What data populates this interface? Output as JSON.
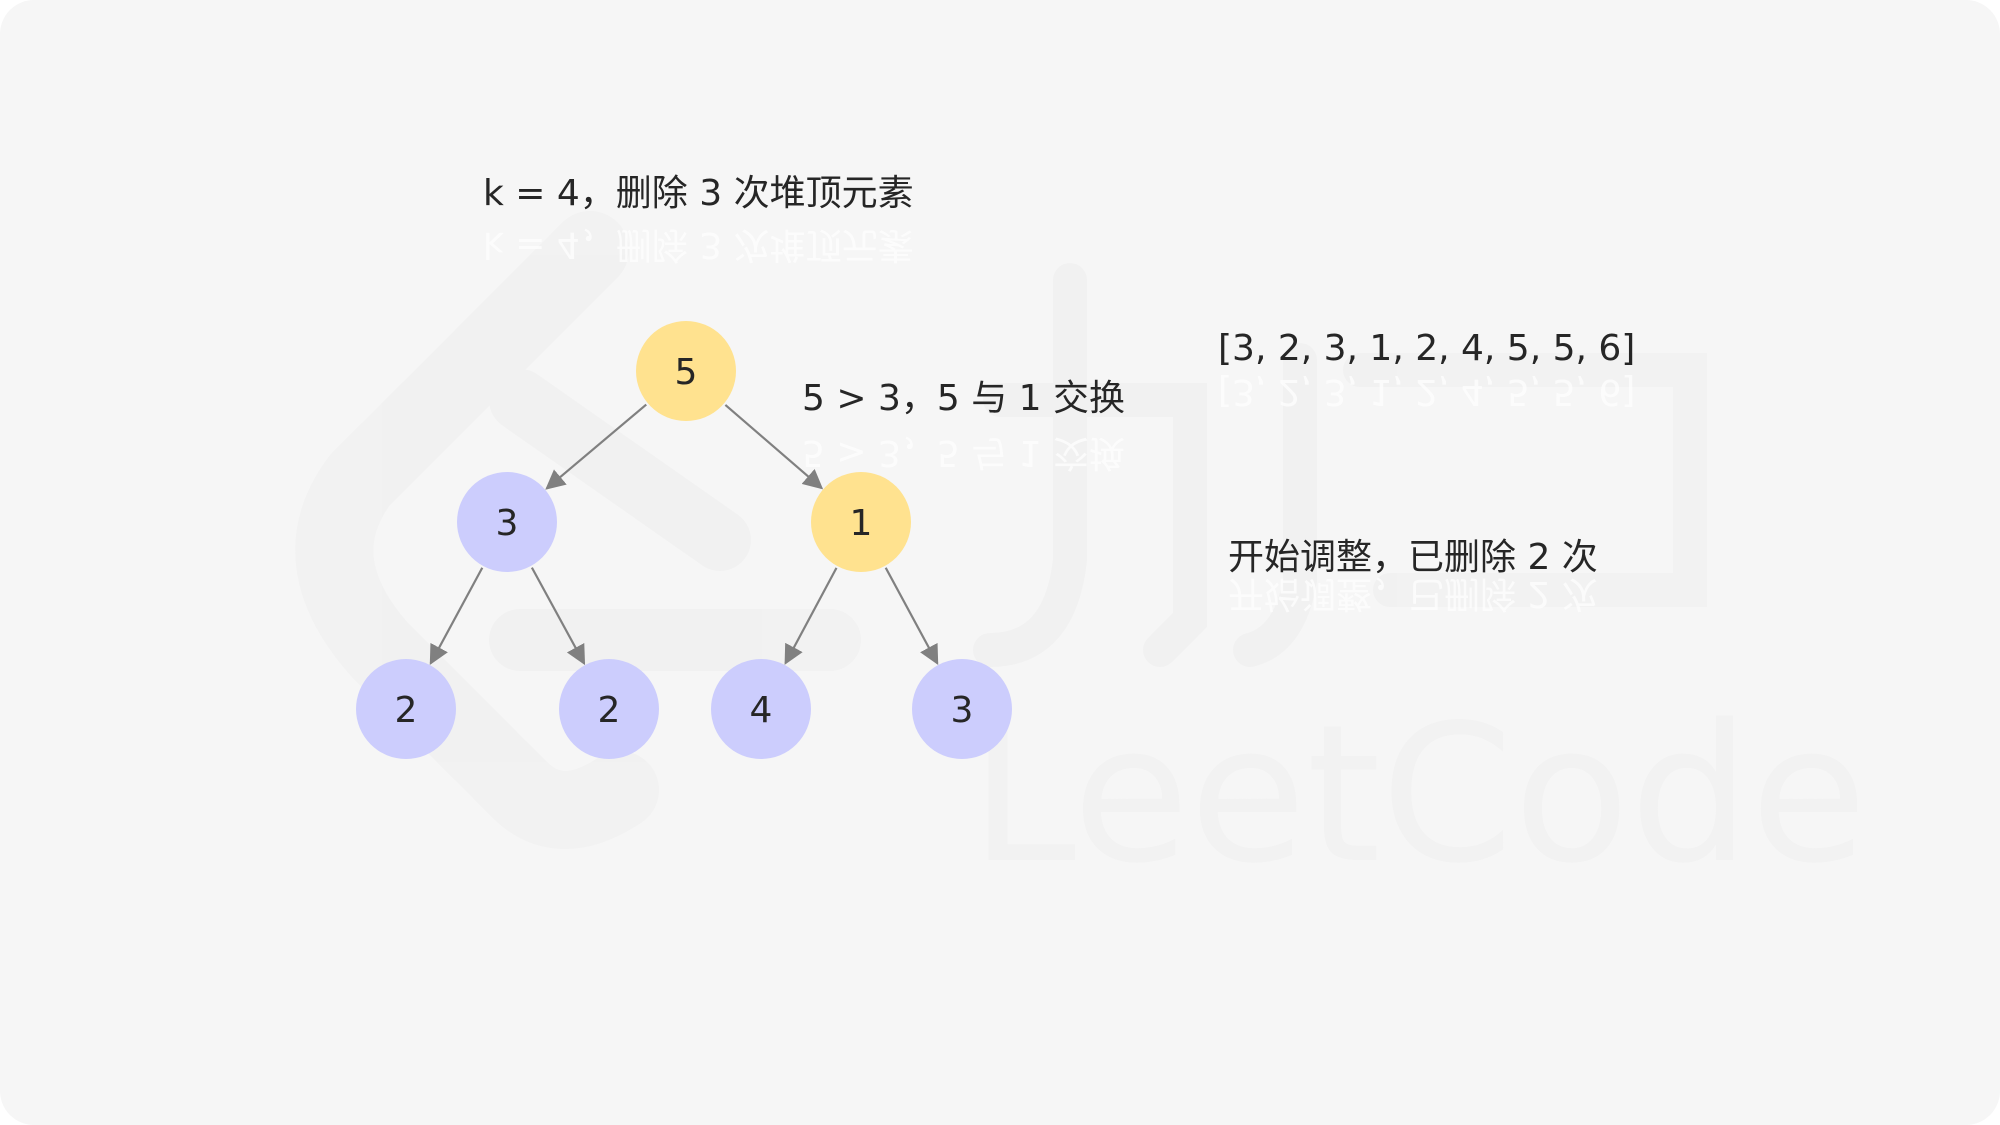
{
  "captions": {
    "title": "k = 4，删除 3 次堆顶元素",
    "swap": "5 > 3，5 与 1 交换",
    "array": "[3, 2, 3, 1, 2, 4, 5, 5, 6]",
    "status": "开始调整，已删除 2 次"
  },
  "watermark": {
    "text": "LeetCode",
    "logo": "leetcode-logo-icon",
    "chinese_mark": "力扣"
  },
  "colors": {
    "background": "#f6f6f6",
    "highlight_node": "#ffe28f",
    "normal_node": "#cccdfd",
    "edge": "#808080",
    "text": "#262626"
  },
  "tree": {
    "nodes": [
      {
        "id": "root",
        "value": "5",
        "state": "highlight"
      },
      {
        "id": "left",
        "value": "3",
        "state": "normal"
      },
      {
        "id": "right",
        "value": "1",
        "state": "highlight"
      },
      {
        "id": "left-left",
        "value": "2",
        "state": "normal"
      },
      {
        "id": "left-right",
        "value": "2",
        "state": "normal"
      },
      {
        "id": "right-left",
        "value": "4",
        "state": "normal"
      },
      {
        "id": "right-right",
        "value": "3",
        "state": "normal"
      }
    ],
    "edges": [
      {
        "from": "root",
        "to": "left"
      },
      {
        "from": "root",
        "to": "right"
      },
      {
        "from": "left",
        "to": "left-left"
      },
      {
        "from": "left",
        "to": "left-right"
      },
      {
        "from": "right",
        "to": "right-left"
      },
      {
        "from": "right",
        "to": "right-right"
      }
    ]
  }
}
